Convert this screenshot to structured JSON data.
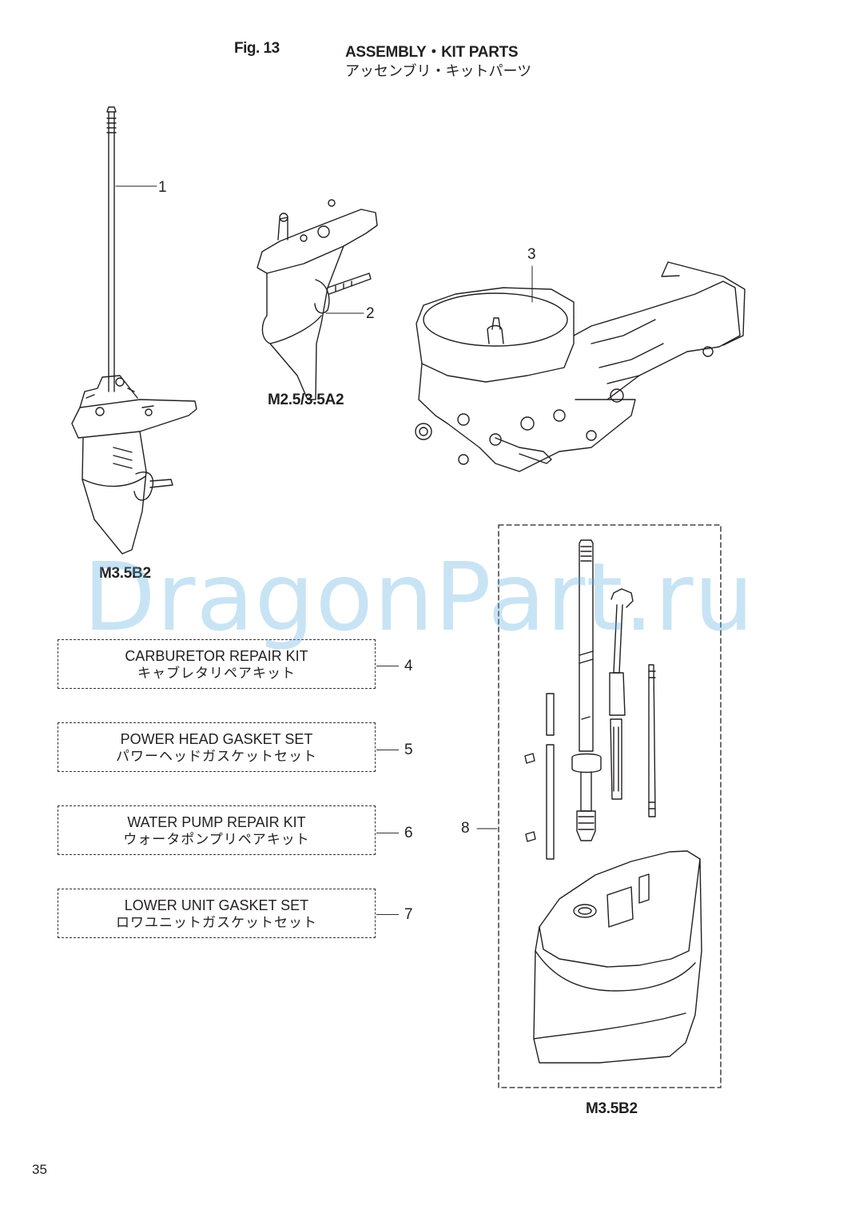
{
  "header": {
    "fig_no": "Fig. 13",
    "title_en": "ASSEMBLY・KIT PARTS",
    "title_jp": "アッセンブリ・キットパーツ"
  },
  "callouts": [
    "1",
    "2",
    "3",
    "4",
    "5",
    "6",
    "7",
    "8"
  ],
  "models": {
    "drive_shaft_unit": "M3.5B2",
    "drive_shaft_housing": "M2.5/3.5A2",
    "set_8": "M3.5B2"
  },
  "kits": [
    {
      "en": "CARBURETOR REPAIR KIT",
      "jp": "キャブレタリペアキット"
    },
    {
      "en": "POWER HEAD GASKET SET",
      "jp": "パワーヘッドガスケットセット"
    },
    {
      "en": "WATER PUMP REPAIR KIT",
      "jp": "ウォータポンプリペアキット"
    },
    {
      "en": "LOWER UNIT GASKET SET",
      "jp": "ロワユニットガスケットセット"
    }
  ],
  "watermark": "DragonPart.ru",
  "page_number": "35"
}
